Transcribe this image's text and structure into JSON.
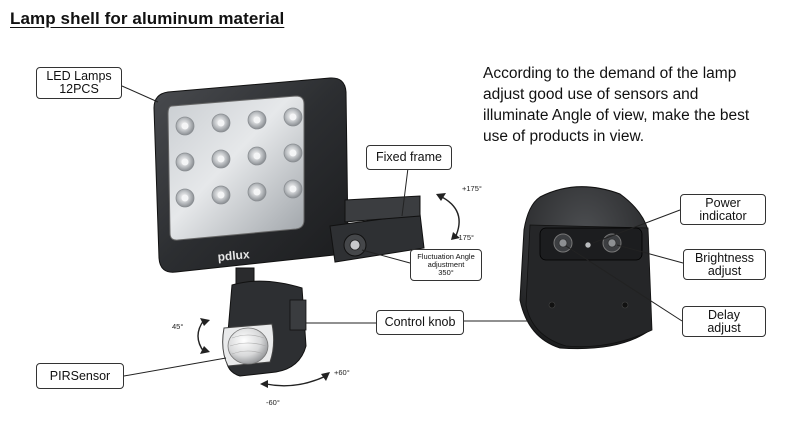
{
  "heading": "Lamp shell for aluminum material",
  "description": [
    "According to the demand of the lamp",
    "adjust good use of sensors and",
    "illuminate Angle of view, make the best",
    "use of products in view."
  ],
  "brand": "pdlux",
  "callouts": {
    "led": [
      "LED Lamps",
      "12PCS"
    ],
    "fixed_frame": "Fixed frame",
    "fluctuation": [
      "Fluctuation Angle",
      "adjustment",
      "350°"
    ],
    "control_knob": "Control knob",
    "pir_sensor": "PIRSensor",
    "power": [
      "Power",
      "indicator"
    ],
    "brightness": [
      "Brightness",
      "adjust"
    ],
    "delay": [
      "Delay",
      "adjust"
    ]
  },
  "angles": {
    "plus175": "+175°",
    "minus175": "-175°",
    "tilt45": "45°",
    "plus60": "+60°",
    "minus60": "-60°"
  },
  "led_grid": {
    "rows": 3,
    "cols": 4
  }
}
